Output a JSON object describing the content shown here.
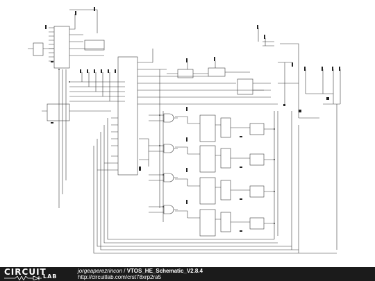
{
  "footer": {
    "logo_top": "CIRCUIT",
    "logo_bottom": "LAB",
    "author": "jorgeaperezrincon",
    "separator": " / ",
    "title": "VTOS_HE_Schematic_V2.8.4",
    "url": "http://circuitlab.com/crst78xrp2ra5"
  },
  "colors": {
    "wire": "#3a3a3a",
    "component": "#222222",
    "background": "#ffffff",
    "footer_bg": "#1b1b1b"
  }
}
